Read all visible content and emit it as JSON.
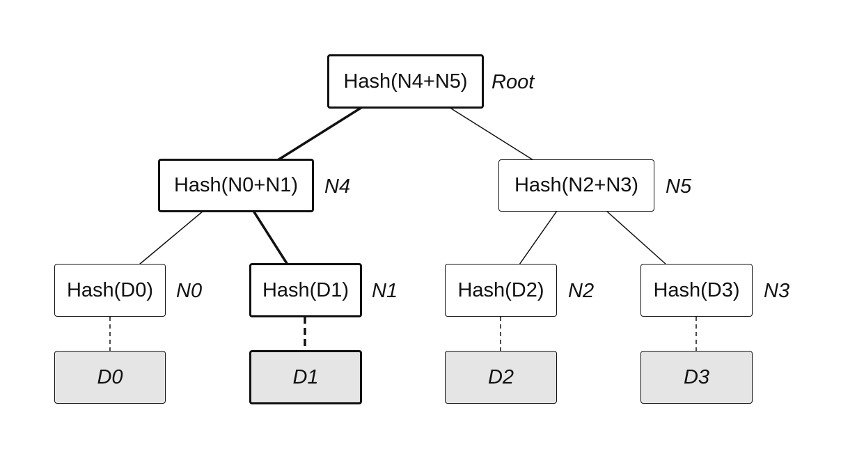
{
  "nodes": {
    "root": {
      "text": "Hash(N4+N5)",
      "label": "Root"
    },
    "n4": {
      "text": "Hash(N0+N1)",
      "label": "N4"
    },
    "n5": {
      "text": "Hash(N2+N3)",
      "label": "N5"
    },
    "n0": {
      "text": "Hash(D0)",
      "label": "N0"
    },
    "n1": {
      "text": "Hash(D1)",
      "label": "N1"
    },
    "n2": {
      "text": "Hash(D2)",
      "label": "N2"
    },
    "n3": {
      "text": "Hash(D3)",
      "label": "N3"
    },
    "d0": {
      "text": "D0"
    },
    "d1": {
      "text": "D1"
    },
    "d2": {
      "text": "D2"
    },
    "d3": {
      "text": "D3"
    }
  },
  "colors": {
    "line": "#111111",
    "data_fill": "#e5e5e5",
    "node_fill": "#ffffff"
  },
  "highlighted_path": [
    "root",
    "n4",
    "n1",
    "d1"
  ]
}
